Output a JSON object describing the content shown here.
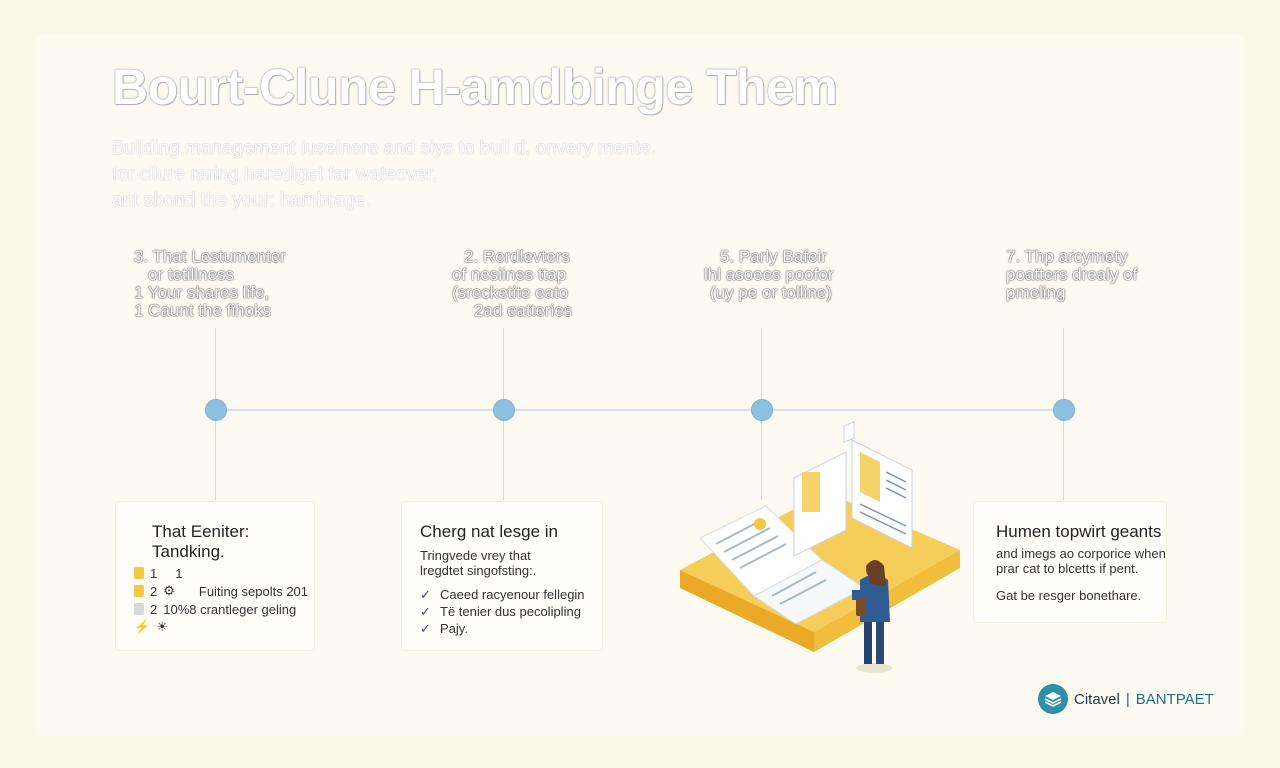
{
  "header": {
    "title": "Bourt-Clune H-amdbinge Them",
    "subtitle_lines": [
      "Building management iuselnere and siys to buil d. onvery mente.",
      "for cllure raring haredlget far wateover,",
      "ant sbond the your: hambrage."
    ]
  },
  "steps": [
    {
      "lines": [
        "3. That Lestumenter",
        "or tetillness",
        "1 Your shares life,",
        "1 Caunt the fihoks"
      ]
    },
    {
      "lines": [
        "2. Rerdlevters",
        "of nesiines ttap",
        "(srecketite eato",
        "2ad eatteries"
      ]
    },
    {
      "lines": [
        "5. Parly Bafeir",
        "lhl asoees poofor",
        "(uy pe or tolline)"
      ]
    },
    {
      "lines": [
        "7. Thp arcymety",
        "poatters drealy of",
        "pmeling"
      ]
    }
  ],
  "cards": {
    "card1": {
      "title_lines": [
        "That Eeniter:",
        "Tandking."
      ],
      "rows": [
        {
          "marks": [
            "1",
            "1"
          ],
          "text": ""
        },
        {
          "marks": [
            "2",
            "⚙"
          ],
          "text": "Fuiting sepolts 201"
        },
        {
          "marks": [
            "",
            "2"
          ],
          "text": "10%8 crantleger geling"
        },
        {
          "marks": [
            "⚡",
            "☀"
          ],
          "text": ""
        }
      ]
    },
    "card2": {
      "title": "Cherg nat lesge in",
      "sub_lines": [
        "Tringvede vrey that",
        "lregdtet singofsting:."
      ],
      "checks": [
        "Caeed racyenour fellegin",
        "Të tenier dus pecolipling",
        "Pajy."
      ]
    },
    "card4": {
      "title": "Humen topwirt geants",
      "sub_lines": [
        "and imegs ao corporice when",
        "prar cat to blcetts if pent."
      ],
      "note": "Gat be resger bonethare."
    }
  },
  "logo": {
    "name": "Citavel",
    "tagline": "BANTPAET",
    "icon": "layers-icon"
  },
  "colors": {
    "background": "#fbf8ea",
    "node": "#8fbfe0",
    "accent_yellow": "#f6c744",
    "logo_teal": "#2d8fa8"
  }
}
